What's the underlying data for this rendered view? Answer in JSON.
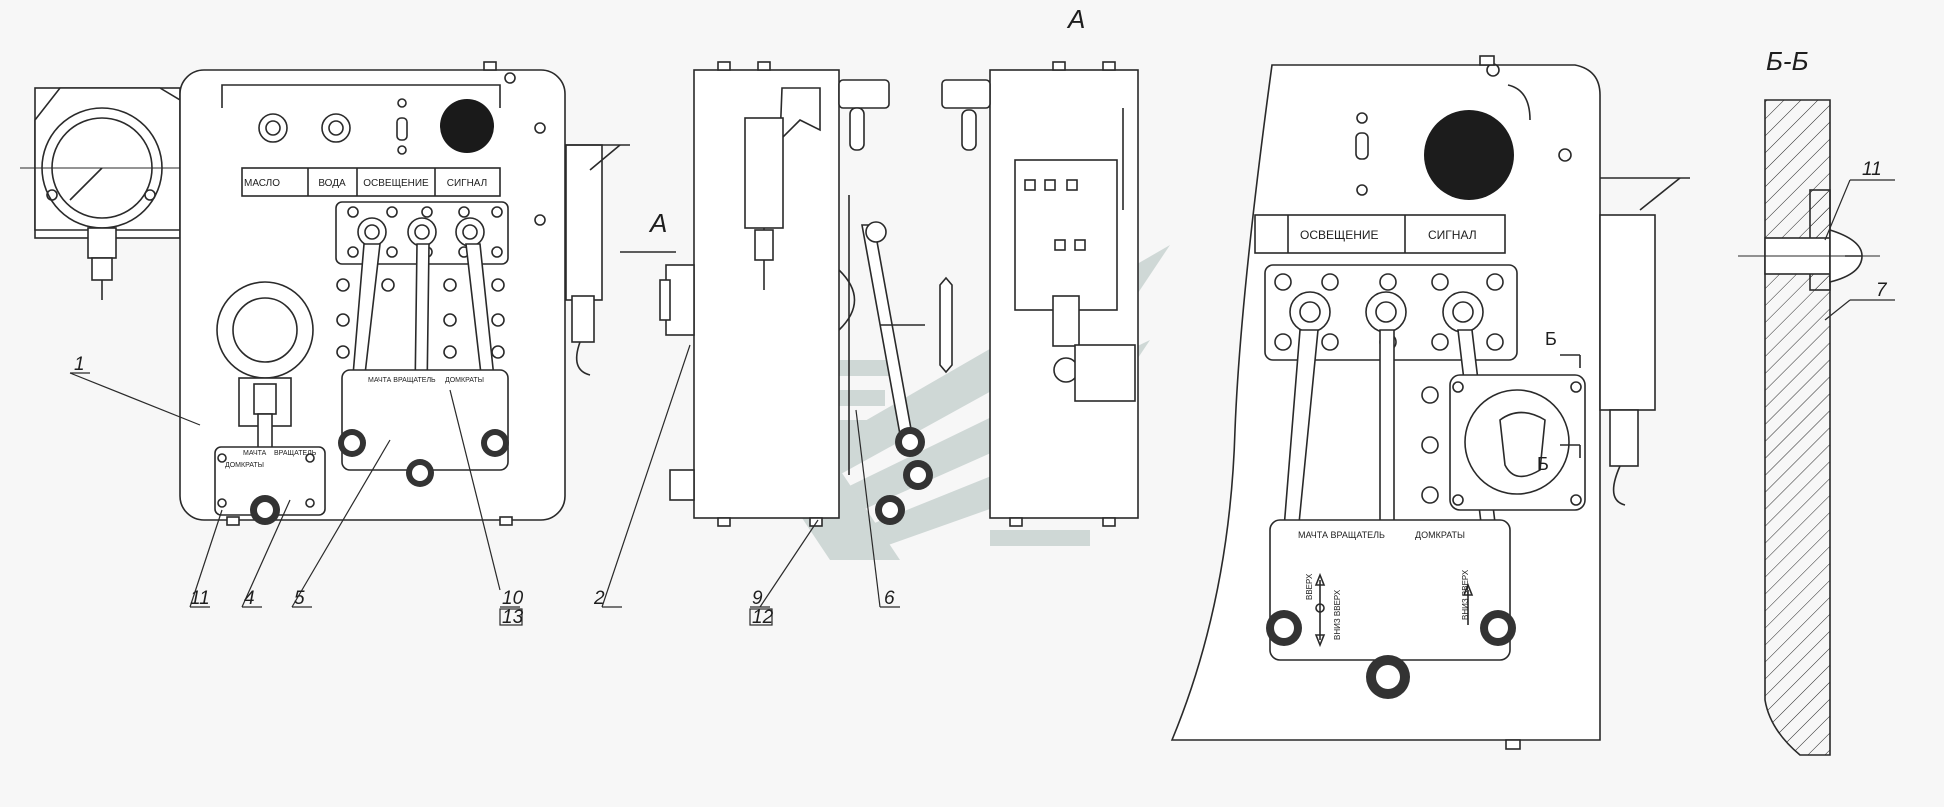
{
  "view_labels": {
    "view_a": "А",
    "arrow_a": "А",
    "section": "Б-Б",
    "cut_mark_top": "Б",
    "cut_mark_bottom": "Б"
  },
  "panel_labels": {
    "oil": "МАСЛО",
    "water": "ВОДА",
    "lighting": "ОСВЕЩЕНИЕ",
    "signal": "СИГНАЛ",
    "mast": "МАЧТА",
    "rotator": "ВРАЩАТЕЛЬ",
    "jacks": "ДОМКРАТЫ",
    "mast_rotator": "МАЧТА ВРАЩАТЕЛЬ",
    "up": "ВВЕРХ",
    "down_up": "ВНИЗ ВВЕРХ"
  },
  "callouts": [
    "1",
    "11",
    "4",
    "5",
    "10",
    "13",
    "2",
    "9",
    "12",
    "6",
    "11",
    "7"
  ],
  "watermark_color": "#c9d3d1"
}
